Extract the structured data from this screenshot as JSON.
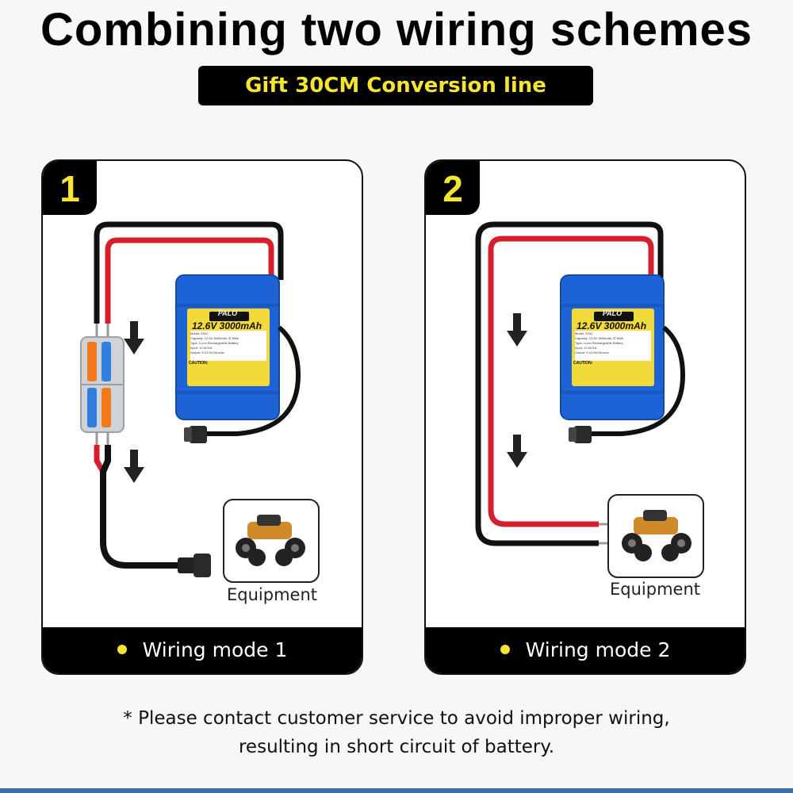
{
  "header": {
    "title": "Combining two wiring schemes",
    "subtitle": "Gift 30CM Conversion line"
  },
  "battery": {
    "brand": "PALO",
    "spec": "12.6V 3000mAh",
    "label_lines": [
      "Model: X202",
      "Capacity: 12.6V 3000mAh 37.8Wh",
      "Type: Li-ion Rechargeable Battery",
      "Input: 12.6V/1A",
      "Output: 9-12.6V/3A max"
    ],
    "caution": "CAUTION:"
  },
  "panels": [
    {
      "number": "1",
      "equipment_label": "Equipment",
      "footer": "Wiring mode 1"
    },
    {
      "number": "2",
      "equipment_label": "Equipment",
      "footer": "Wiring mode 2"
    }
  ],
  "note": {
    "line1": "* Please contact customer service to avoid improper wiring,",
    "line2": "resulting in short circuit of battery."
  },
  "colors": {
    "accent_yellow": "#f5e432",
    "battery_blue": "#1e63d6",
    "wire_red": "#d61f2c",
    "wire_black": "#111111",
    "connector_orange": "#f07a1a",
    "connector_blue": "#2f7fe0"
  }
}
